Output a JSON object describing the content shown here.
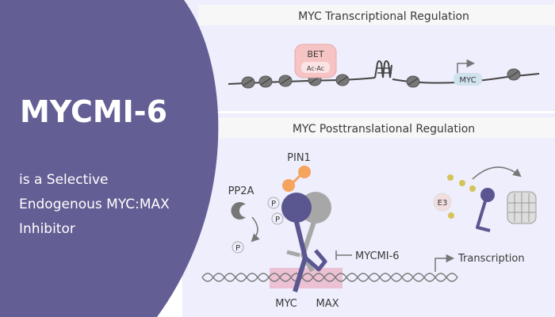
{
  "colors": {
    "sidebar": "#635e94",
    "panel": "#eeeefc",
    "header_bar": "#f7f7f7",
    "nucleosome": "#777777",
    "myc_protein": "#5a5690",
    "max_protein": "#a7a7a7",
    "pin1": "#f4a45d",
    "bet_box": "#f6c4c4",
    "myc_gene_box": "#cfe2ee",
    "dna": "#777777",
    "binding_site": "#e9b1c5"
  },
  "sidebar": {
    "title": "MYCMI-6",
    "lines": [
      "is a Selective",
      "Endogenous MYC:MAX",
      "Inhibitor"
    ]
  },
  "transcriptional": {
    "heading": "MYC Transcriptional Regulation",
    "bet_label": "BET",
    "acetyl_label": "Ac-Ac",
    "gene_label": "MYC"
  },
  "posttranslational": {
    "heading": "MYC Posttranslational Regulation",
    "pin1_label": "PIN1",
    "pp2a_label": "PP2A",
    "phospho_label": "P",
    "e3_label": "E3",
    "inhibitor_label": "MYCMI-6",
    "transcription_label": "Transcription",
    "myc_label": "MYC",
    "max_label": "MAX"
  },
  "icons": [
    "arrow-icon",
    "inhibition-bar-icon",
    "proteasome-icon",
    "ubiquitin-chain-icon"
  ]
}
